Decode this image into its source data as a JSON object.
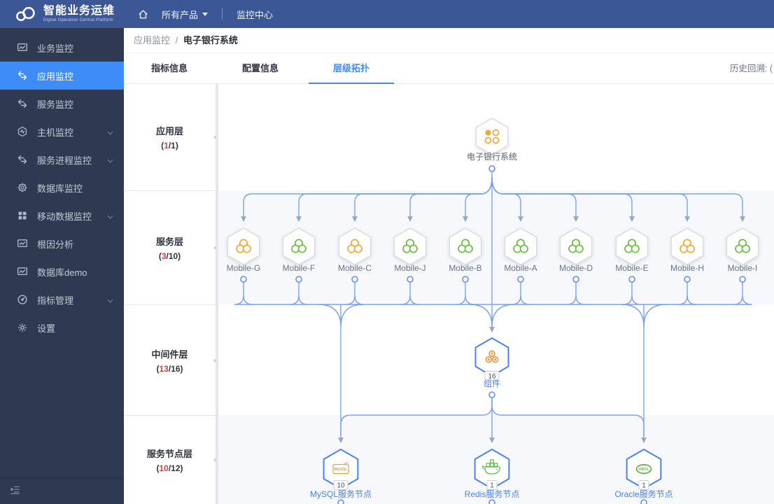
{
  "navbar": {
    "brand": {
      "title": "智能业务运维",
      "subtitle": "Digital Operation Central Platform"
    },
    "menu_product": "所有产品",
    "menu_center": "监控中心"
  },
  "sidebar": {
    "items": [
      {
        "label": "业务监控",
        "icon": "chart-monitor-icon",
        "active": false,
        "expandable": false
      },
      {
        "label": "应用监控",
        "icon": "app-monitor-icon",
        "active": true,
        "expandable": false
      },
      {
        "label": "服务监控",
        "icon": "service-monitor-icon",
        "active": false,
        "expandable": false
      },
      {
        "label": "主机监控",
        "icon": "host-monitor-icon",
        "active": false,
        "expandable": true
      },
      {
        "label": "服务进程监控",
        "icon": "process-monitor-icon",
        "active": false,
        "expandable": true
      },
      {
        "label": "数据库监控",
        "icon": "database-monitor-icon",
        "active": false,
        "expandable": false
      },
      {
        "label": "移动数据监控",
        "icon": "mobile-data-icon",
        "active": false,
        "expandable": true
      },
      {
        "label": "根因分析",
        "icon": "root-cause-icon",
        "active": false,
        "expandable": false
      },
      {
        "label": "数据库demo",
        "icon": "db-demo-icon",
        "active": false,
        "expandable": false
      },
      {
        "label": "指标管理",
        "icon": "metric-manage-icon",
        "active": false,
        "expandable": true
      },
      {
        "label": "设置",
        "icon": "settings-gear-icon",
        "active": false,
        "expandable": false
      }
    ]
  },
  "breadcrumb": {
    "section": "应用监控",
    "separator": "/",
    "current": "电子银行系统"
  },
  "tabs": [
    {
      "label": "指标信息",
      "active": false
    },
    {
      "label": "配置信息",
      "active": false
    },
    {
      "label": "层级拓扑",
      "active": true
    }
  ],
  "history_label": "历史回溯: (",
  "layers": [
    {
      "name": "应用层",
      "open": "(",
      "alarm": "1",
      "rest": "/1)"
    },
    {
      "name": "服务层",
      "open": "(",
      "alarm": "3",
      "rest": "/10)"
    },
    {
      "name": "中间件层",
      "open": "(",
      "alarm": "13",
      "rest": "/16)"
    },
    {
      "name": "服务节点层",
      "open": "(",
      "alarm": "10",
      "rest": "/12)"
    }
  ],
  "topology": {
    "app_node": {
      "label": "电子银行系统",
      "icon": "app-grid-icon"
    },
    "service_nodes": [
      {
        "label": "Mobile-G",
        "status_color": "#f5a537"
      },
      {
        "label": "Mobile-F",
        "status_color": "#67bd42"
      },
      {
        "label": "Mobile-C",
        "status_color": "#f5a537"
      },
      {
        "label": "Mobile-J",
        "status_color": "#67bd42"
      },
      {
        "label": "Mobile-B",
        "status_color": "#67bd42"
      },
      {
        "label": "Mobile-A",
        "status_color": "#67bd42"
      },
      {
        "label": "Mobile-D",
        "status_color": "#67bd42"
      },
      {
        "label": "Mobile-E",
        "status_color": "#67bd42"
      },
      {
        "label": "Mobile-H",
        "status_color": "#f5a537"
      },
      {
        "label": "Mobile-I",
        "status_color": "#67bd42"
      }
    ],
    "middleware_node": {
      "label": "组件",
      "badge": "16",
      "icon": "component-icon"
    },
    "leaf_nodes": [
      {
        "label": "MySQL服务节点",
        "badge": "10",
        "icon": "mysql-icon"
      },
      {
        "label": "Redis服务节点",
        "badge": "1",
        "icon": "redis-icon"
      },
      {
        "label": "Oracle服务节点",
        "badge": "1",
        "icon": "oracle-icon"
      }
    ]
  },
  "colors": {
    "navbar_bg": "#3c5795",
    "sidebar_bg": "#2f3a52",
    "accent_blue": "#3d8cf7",
    "edge_blue": "#7aa2f0",
    "node_blue": "#4a82f2",
    "warn_orange": "#f5a537",
    "ok_green": "#67bd42",
    "alarm_red": "#e23c39",
    "band_bg": "#f6f8fb"
  }
}
